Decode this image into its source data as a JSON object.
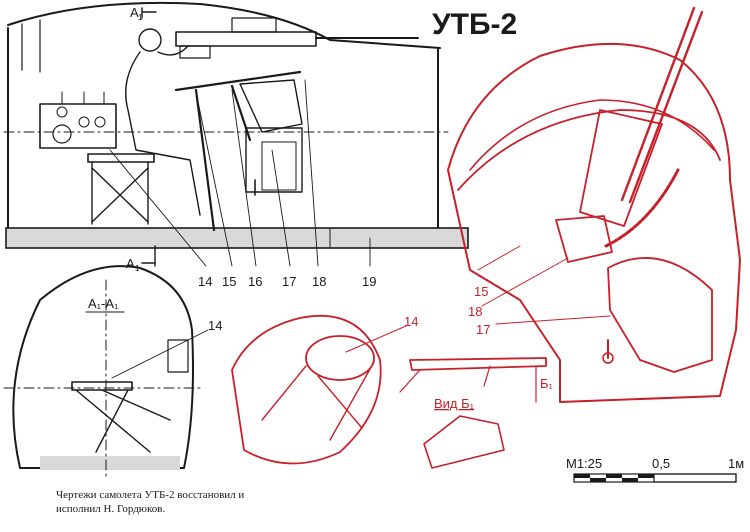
{
  "title": "УТБ-2",
  "section_mark": "A",
  "section_sub": "1",
  "section_view_label": "A₁-A₁",
  "view_label": "Вид Б₁",
  "view_mark": "Б₁",
  "callouts_black": [
    "14",
    "15",
    "16",
    "17",
    "18",
    "19"
  ],
  "callout_section": "14",
  "callout_detail": "14",
  "callouts_red": [
    "15",
    "18",
    "17"
  ],
  "scale": {
    "label": "M1:25",
    "mid": "0,5",
    "end": "1м"
  },
  "credit": {
    "line1": "Чертежи самолета УТБ-2 восстановил и",
    "line2": "исполнил Н. Гордюков."
  },
  "colors": {
    "ink": "#1a1a1a",
    "red": "#c8202a"
  }
}
